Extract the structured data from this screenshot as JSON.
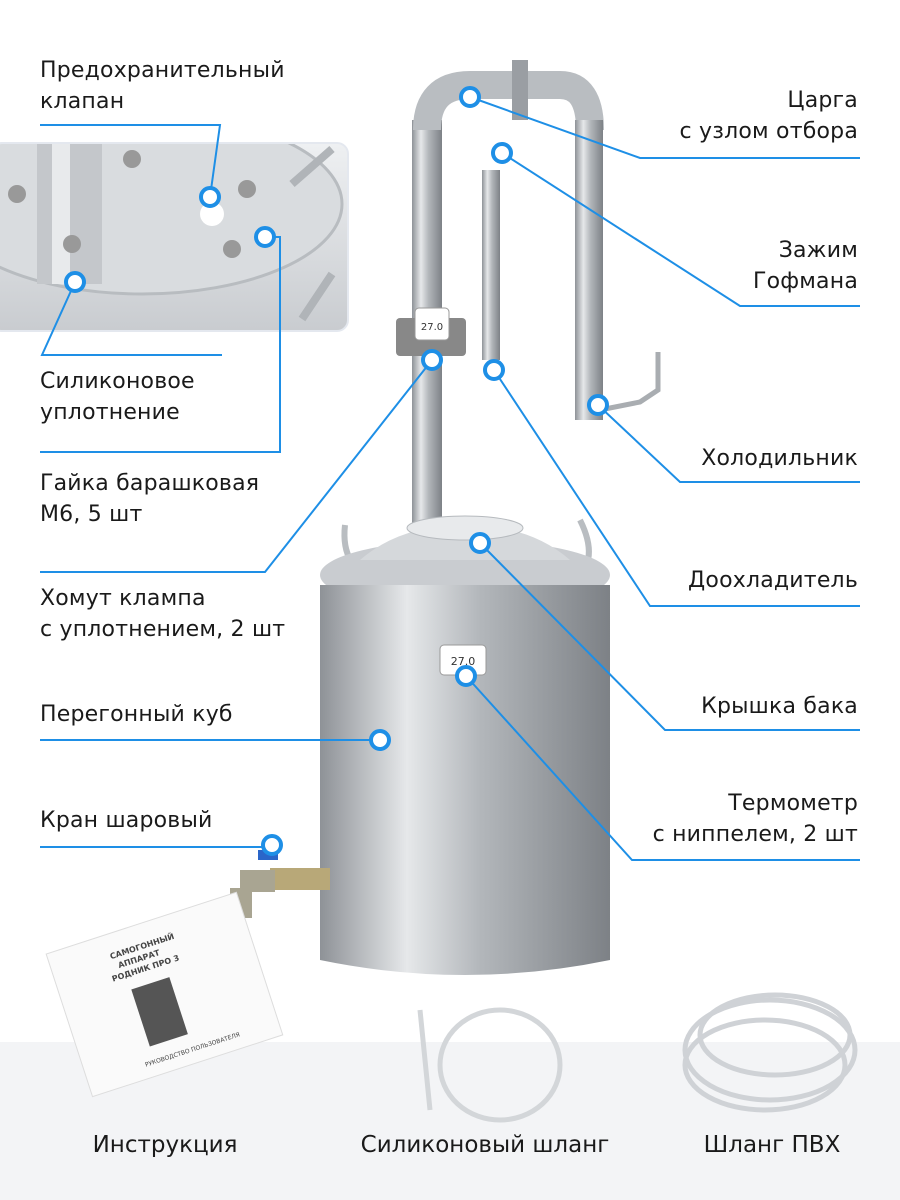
{
  "callouts_left": [
    {
      "lines": [
        "Предохранительный",
        "клапан"
      ]
    },
    {
      "lines": [
        "Силиконовое",
        "уплотнение"
      ]
    },
    {
      "lines": [
        "Гайка барашковая",
        "М6, 5 шт"
      ]
    },
    {
      "lines": [
        "Хомут клампа",
        "с уплотнением, 2 шт"
      ]
    },
    {
      "lines": [
        "Перегонный куб"
      ]
    },
    {
      "lines": [
        "Кран шаровый"
      ]
    }
  ],
  "callouts_right": [
    {
      "lines": [
        "Царга",
        "с узлом отбора"
      ]
    },
    {
      "lines": [
        "Зажим",
        "Гофмана"
      ]
    },
    {
      "lines": [
        "Холодильник"
      ]
    },
    {
      "lines": [
        "Доохладитель"
      ]
    },
    {
      "lines": [
        "Крышка бака"
      ]
    },
    {
      "lines": [
        "Термометр",
        "с ниппелем, 2 шт"
      ]
    }
  ],
  "accessories": [
    {
      "label": "Инструкция"
    },
    {
      "label": "Силиконовый шланг"
    },
    {
      "label": "Шланг ПВХ"
    }
  ],
  "booklet": {
    "title_lines": [
      "САМОГОННЫЙ",
      "АППАРАТ",
      "РОДНИК ПРО 3"
    ],
    "subtitle": "РУКОВОДСТВО ПОЛЬЗОВАТЕЛЯ"
  },
  "thermometer_reading": "27.0",
  "colors": {
    "accent": "#1e8fe6",
    "band": "#f3f4f6"
  }
}
